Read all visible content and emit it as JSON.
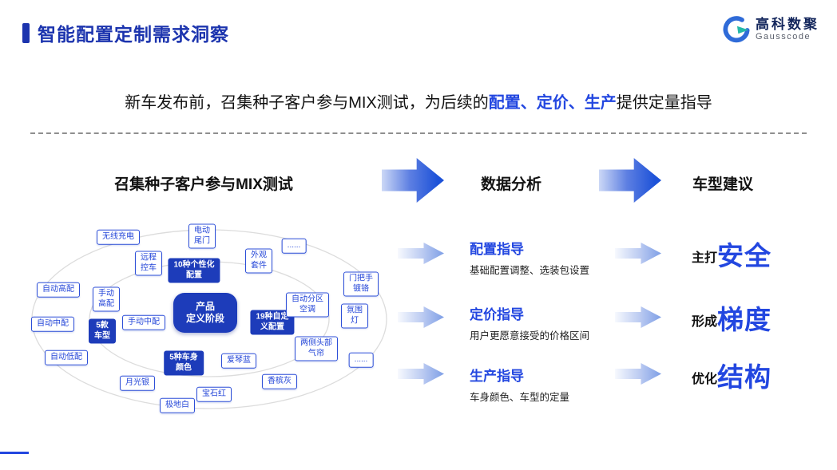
{
  "slide": {
    "title": "智能配置定制需求洞察",
    "logo": {
      "brand": "高科数聚",
      "brand_en": "Gausscode"
    },
    "subtitle": {
      "prefix": "新车发布前，召集种子客户参与MIX测试，为后续的",
      "highlight": "配置、定价、生产",
      "suffix": "提供定量指导"
    }
  },
  "columns": {
    "left": "召集种子客户参与MIX测试",
    "middle": "数据分析",
    "right": "车型建议"
  },
  "diagram": {
    "center": "产品\n定义阶段",
    "nodes": [
      {
        "label": "无线充电"
      },
      {
        "label": "电动\n尾门"
      },
      {
        "label": "远程\n控车"
      },
      {
        "label": "10种个性化\n配置"
      },
      {
        "label": "外观\n套件"
      },
      {
        "label": "......"
      },
      {
        "label": "自动高配"
      },
      {
        "label": "手动\n高配"
      },
      {
        "label": "自动中配"
      },
      {
        "label": "手动中配"
      },
      {
        "label": "5款\n车型"
      },
      {
        "label": "自动低配"
      },
      {
        "label": "19种自定\n义配置"
      },
      {
        "label": "自动分区\n空调"
      },
      {
        "label": "门把手\n镀铬"
      },
      {
        "label": "氛围\n灯"
      },
      {
        "label": "两侧头部\n气帘"
      },
      {
        "label": "......"
      },
      {
        "label": "5种车身\n颜色"
      },
      {
        "label": "爱琴蓝"
      },
      {
        "label": "香槟灰"
      },
      {
        "label": "月光银"
      },
      {
        "label": "宝石红"
      },
      {
        "label": "极地白"
      }
    ]
  },
  "analysis": {
    "rows": [
      {
        "title": "配置指导",
        "desc": "基础配置调整、选装包设置"
      },
      {
        "title": "定价指导",
        "desc": "用户更愿意接受的价格区间"
      },
      {
        "title": "生产指导",
        "desc": "车身颜色、车型的定量"
      }
    ]
  },
  "suggestions": {
    "rows": [
      {
        "prefix": "主打",
        "keyword": "安全"
      },
      {
        "prefix": "形成",
        "keyword": "梯度"
      },
      {
        "prefix": "优化",
        "keyword": "结构"
      }
    ]
  },
  "colors": {
    "title_blue": "#1C34AE",
    "accent_blue": "#2347E0",
    "node_fill": "#1D3CBA",
    "arrow_dark": "#1D52D8"
  }
}
